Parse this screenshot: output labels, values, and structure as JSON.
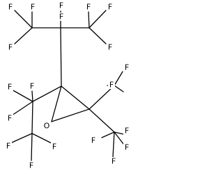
{
  "molecule": {
    "atoms": [
      {
        "id": "f1",
        "symbol": "F"
      },
      {
        "id": "f2",
        "symbol": "F"
      },
      {
        "id": "f3",
        "symbol": "F"
      },
      {
        "id": "f4",
        "symbol": "F"
      },
      {
        "id": "f5",
        "symbol": "F"
      },
      {
        "id": "f6",
        "symbol": "F"
      },
      {
        "id": "f7",
        "symbol": "F"
      },
      {
        "id": "f8",
        "symbol": "F"
      },
      {
        "id": "f9",
        "symbol": "F"
      },
      {
        "id": "f10",
        "symbol": "F"
      },
      {
        "id": "f11",
        "symbol": "F"
      },
      {
        "id": "f12",
        "symbol": "F"
      },
      {
        "id": "f13",
        "symbol": "F"
      },
      {
        "id": "f14",
        "symbol": "F"
      },
      {
        "id": "f15",
        "symbol": "F"
      },
      {
        "id": "f16",
        "symbol": "F"
      },
      {
        "id": "f17",
        "symbol": "F"
      },
      {
        "id": "f18",
        "symbol": "F"
      },
      {
        "id": "f19",
        "symbol": "F"
      },
      {
        "id": "f20",
        "symbol": "F"
      },
      {
        "id": "o1",
        "symbol": "O"
      }
    ]
  }
}
